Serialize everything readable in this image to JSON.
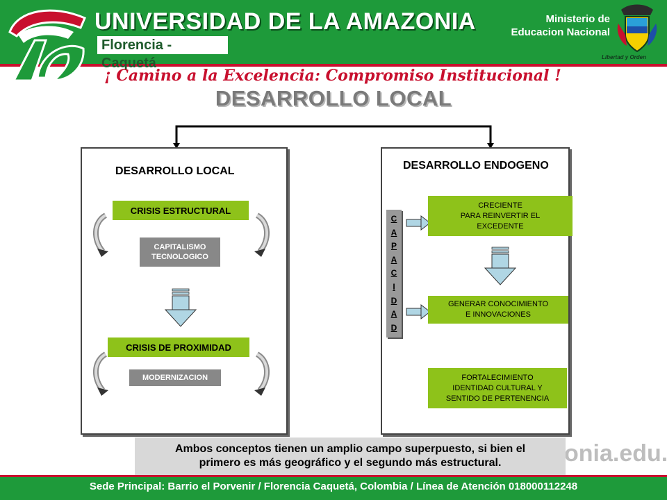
{
  "header": {
    "university_name": "UNIVERSIDAD DE LA AMAZONIA",
    "location": "Florencia - Caquetá",
    "motto": "¡ Camino a la Excelencia: Compromiso Institucional !",
    "ministry_line1": "Ministerio de",
    "ministry_line2": "Educacion Nacional",
    "coat_of_arms_caption": "Libertad y Orden",
    "brand_colors": {
      "green": "#1e9a3a",
      "red": "#c8102e"
    }
  },
  "slide": {
    "title": "DESARROLLO LOCAL"
  },
  "left_panel": {
    "heading": "DESARROLLO LOCAL",
    "crisis_estructural": "CRISIS ESTRUCTURAL",
    "capitalismo": [
      "CAPITALISMO",
      "TECNOLOGICO"
    ],
    "crisis_proximidad": "CRISIS DE PROXIMIDAD",
    "modernizacion": "MODERNIZACION"
  },
  "right_panel": {
    "heading": "DESARROLLO ENDOGENO",
    "capacidad_letters": [
      "C",
      "A",
      "P",
      "A",
      "C",
      "I",
      "D",
      "A",
      "D"
    ],
    "box1": [
      "CRECIENTE",
      "PARA REINVERTIR EL",
      "EXCEDENTE"
    ],
    "box2": [
      "GENERAR CONOCIMIENTO",
      "E INNOVACIONES"
    ],
    "box3": [
      "FORTALECIMIENTO",
      "IDENTIDAD CULTURAL  Y",
      "SENTIDO DE PERTENENCIA"
    ]
  },
  "note": {
    "line1": "Ambos conceptos tienen un amplio campo superpuesto, si bien el",
    "line2": "primero es más geográfico y el segundo más estructural."
  },
  "footer": {
    "website_fragment": "onia.edu.co",
    "contact": "Sede Principal: Barrio el Porvenir  /  Florencia Caquetá, Colombia  /  Línea de Atención 018000112248"
  }
}
